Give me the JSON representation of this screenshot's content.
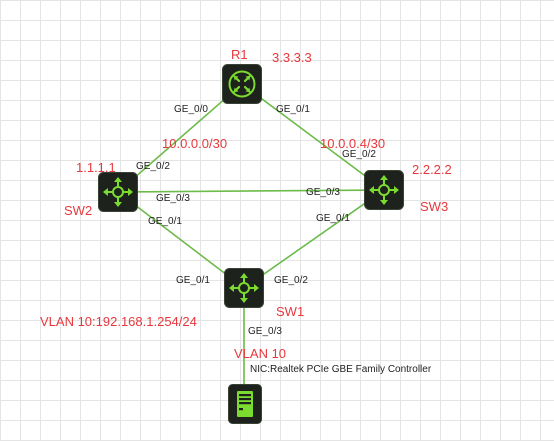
{
  "colors": {
    "link": "#6dbb4a",
    "device_body": "#1e221d",
    "device_icon": "#7bdb2f",
    "label_red": "#e8383d",
    "grid": "#e4e4e4"
  },
  "devices": {
    "r1": {
      "name": "R1",
      "id_label": "3.3.3.3",
      "icon": "router-icon"
    },
    "sw2": {
      "name": "SW2",
      "id_label": "1.1.1.1",
      "icon": "switch-icon"
    },
    "sw3": {
      "name": "SW3",
      "id_label": "2.2.2.2",
      "icon": "switch-icon"
    },
    "sw1": {
      "name": "SW1",
      "icon": "switch-icon"
    },
    "pc": {
      "icon": "server-icon",
      "nic": "NIC:Realtek PCIe GBE Family Controller",
      "vlan": "VLAN 10"
    }
  },
  "subnets": {
    "r1_sw2": "10.0.0.0/30",
    "r1_sw3": "10.0.0.4/30",
    "sw1_vlan": "VLAN 10:192.168.1.254/24"
  },
  "ports": {
    "r1_ge00": "GE_0/0",
    "r1_ge01": "GE_0/1",
    "sw2_ge02": "GE_0/2",
    "sw2_ge03": "GE_0/3",
    "sw2_ge01": "GE_0/1",
    "sw3_ge02": "GE_0/2",
    "sw3_ge03": "GE_0/3",
    "sw3_ge01": "GE_0/1",
    "sw1_ge01": "GE_0/1",
    "sw1_ge02": "GE_0/2",
    "sw1_ge03": "GE_0/3"
  }
}
